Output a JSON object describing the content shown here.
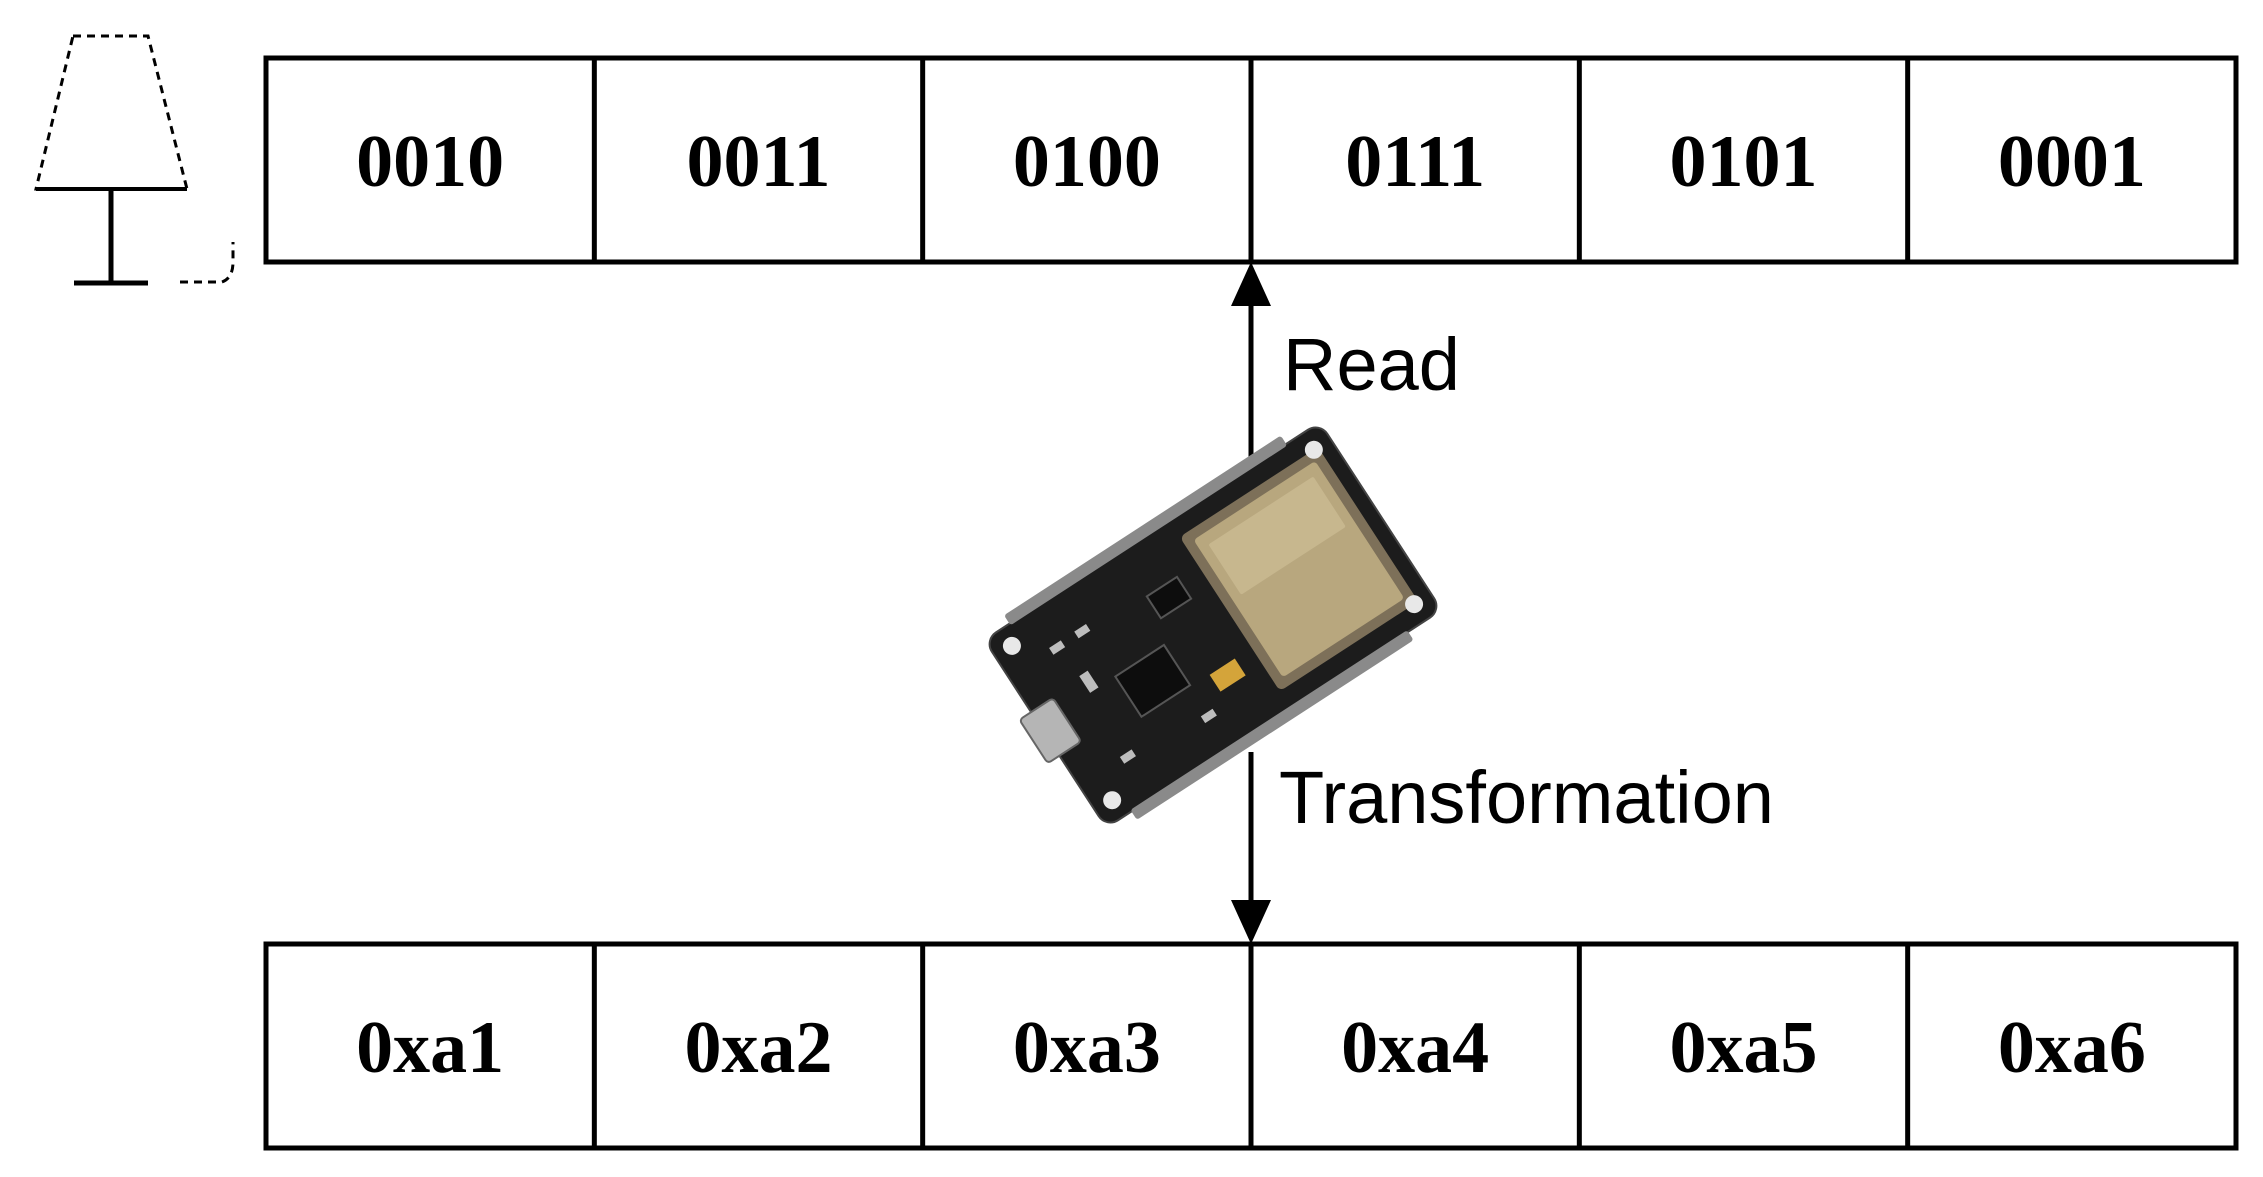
{
  "diagram": {
    "top_row": {
      "cells": [
        "0010",
        "0011",
        "0100",
        "0111",
        "0101",
        "0001"
      ]
    },
    "bottom_row": {
      "cells": [
        "0xa1",
        "0xa2",
        "0xa3",
        "0xa4",
        "0xa5",
        "0xa6"
      ]
    },
    "labels": {
      "read": "Read",
      "transformation": "Transformation"
    },
    "icons": {
      "lamp": "lamp-icon",
      "board": "microcontroller-board-icon"
    },
    "colors": {
      "stroke": "#000000",
      "board_pcb": "#1c1c1c",
      "board_module": "#b8a77e",
      "background": "#ffffff"
    }
  }
}
